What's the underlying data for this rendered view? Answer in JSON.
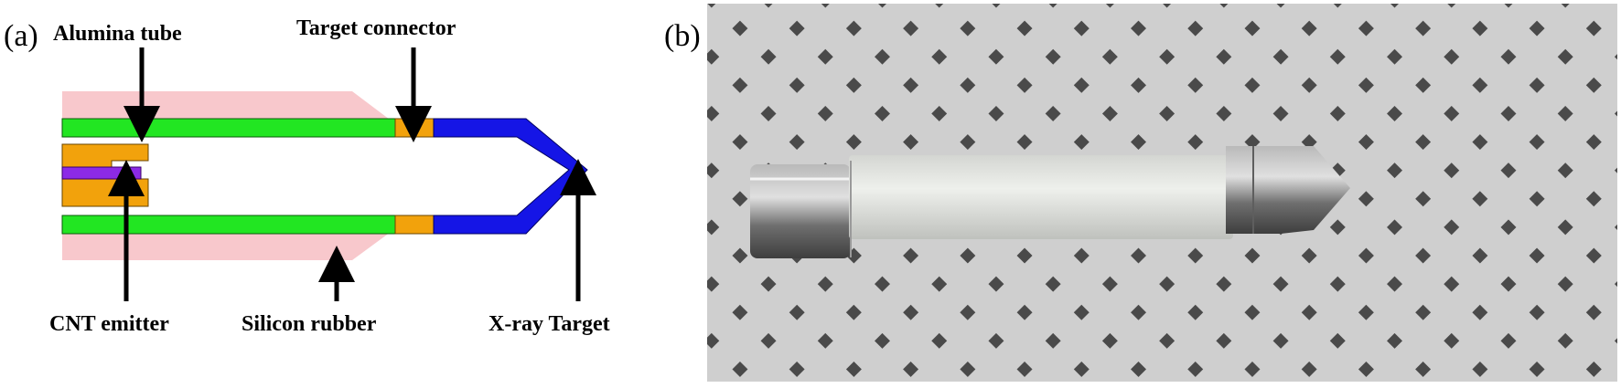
{
  "panels": [
    {
      "label": "(a)"
    },
    {
      "label": "(b)"
    }
  ],
  "annotations": {
    "alumina_tube": "Alumina tube",
    "target_connector": "Target connector",
    "cnt_emitter": "CNT emitter",
    "silicon_rubber": "Silicon rubber",
    "xray_target": "X-ray Target"
  },
  "colors": {
    "silicon_rubber": "#f8c8cc",
    "alumina_tube": "#22e622",
    "target_connector": "#f2a20c",
    "xray_target": "#1515e6",
    "cnt_emitter": "#8c2ae6",
    "photo_background": "#c8c8c8",
    "photo_holes": "#4a4a4a",
    "device_body": "#e8e8e4",
    "metal_caps": "#8a8a8a"
  }
}
